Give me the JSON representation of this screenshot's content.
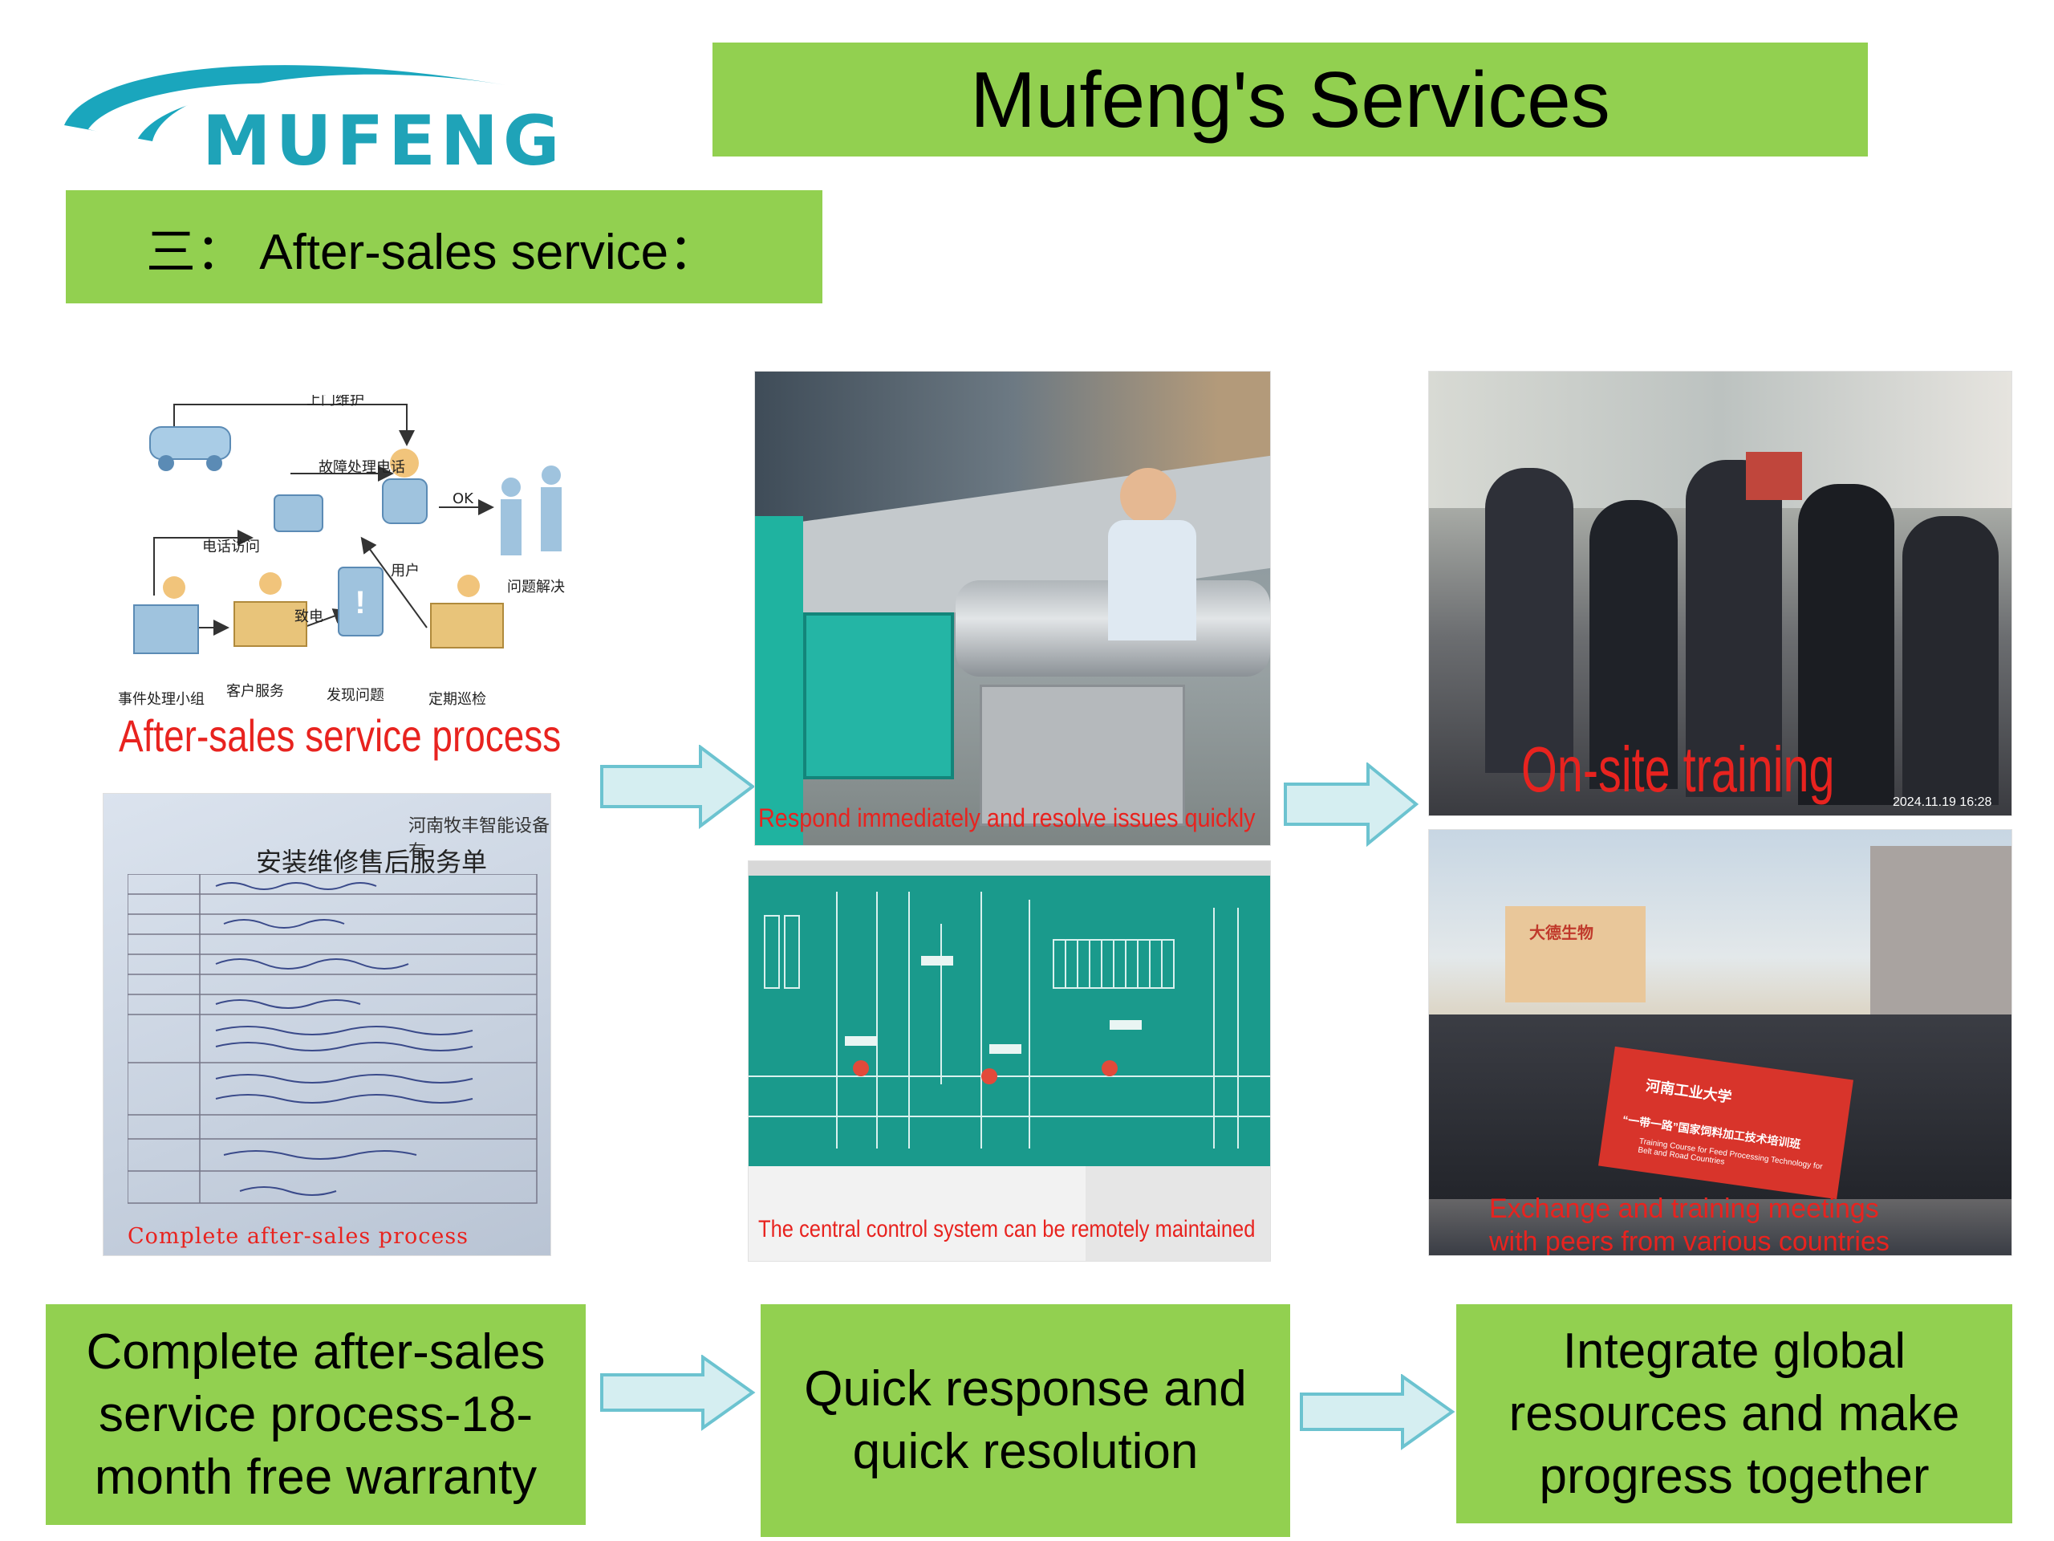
{
  "logo": {
    "text": "MUFENG"
  },
  "header": {
    "title": "Mufeng's Services"
  },
  "section": {
    "label": "三： After-sales service："
  },
  "panels": {
    "process_diagram": {
      "caption": "After-sales service process",
      "nodes": {
        "onsite": "上门维护",
        "hotline": "故障处理电话",
        "phone_visit": "电话访问",
        "user": "用户",
        "ok": "OK",
        "solved": "问题解决",
        "call": "致电",
        "team": "事件处理小组",
        "cs": "客户服务",
        "found": "发现问题",
        "inspect": "定期巡检"
      }
    },
    "service_form": {
      "title": "安装维修售后服务单",
      "company": "河南牧丰智能设备有",
      "caption": "Complete after-sales process"
    },
    "machine_photo": {
      "caption": "Respond immediately and resolve issues quickly"
    },
    "control_system": {
      "caption": "The central control system can be remotely maintained"
    },
    "training_photo": {
      "caption": "On-site training",
      "timestamp": "2024.11.19 16:28"
    },
    "exchange_photo": {
      "caption_line1": "Exchange and training meetings",
      "caption_line2": "with peers from various countries",
      "building_sign": "大德生物",
      "banner_main": "“一带一路”国家饲料加工技术培训班",
      "banner_en": "Training Course for Feed Processing Technology for Belt and Road Countries",
      "banner_uni": "河南工业大学"
    }
  },
  "summaries": [
    {
      "line1": "Complete after-sales",
      "line2": "service process-18-",
      "line3": "month free warranty"
    },
    {
      "line1": "Quick response and",
      "line2": "quick resolution",
      "line3": ""
    },
    {
      "line1": "Integrate global",
      "line2": "resources and make",
      "line3": "progress together"
    }
  ],
  "colors": {
    "green_box": "#92d050",
    "arrow_fill": "#d5eef1",
    "arrow_stroke": "#6cc3d0",
    "caption_red": "#e8231f",
    "logo_blue": "#1fa3b8"
  }
}
